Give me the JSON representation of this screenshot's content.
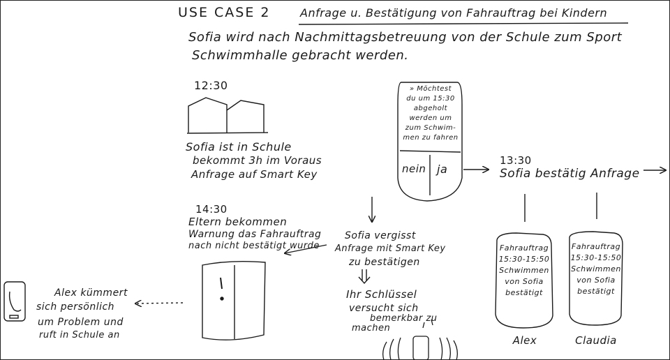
{
  "header": {
    "use_case": "USE CASE 2",
    "title": "Anfrage u. Bestätigung von Fahrauftrag bei Kindern",
    "description_line1": "Sofia wird nach Nachmittagsbetreuung von der Schule zum Sport",
    "description_line2": "Schwimmhalle gebracht werden."
  },
  "school_scene": {
    "time": "12:30",
    "caption_line1": "Sofia ist in Schule",
    "caption_line2": "bekommt 3h im Voraus",
    "caption_line3": "Anfrage auf Smart Key"
  },
  "smart_key_prompt": {
    "line1": "» Möchtest",
    "line2": "du um 15:30",
    "line3": "abgeholt",
    "line4": "werden um",
    "line5": "zum Schwim-",
    "line6": "men zu fahren",
    "no_label": "nein",
    "yes_label": "ja"
  },
  "confirm_step": {
    "time": "13:30",
    "caption": "Sofia bestätig Anfrage"
  },
  "forget_step": {
    "line1": "Sofia vergisst",
    "line2": "Anfrage mit Smart Key",
    "line3": "zu bestätigen",
    "key_line1": "Ihr Schlüssel",
    "key_line2": "versucht sich",
    "key_line3": "bemerkbar zu",
    "key_line4": "machen"
  },
  "parents_warning": {
    "time": "14:30",
    "line1": "Eltern bekommen",
    "line2": "Warnung das Fahrauftrag",
    "line3": "nach nicht bestätigt wurde"
  },
  "alex_action": {
    "line1": "Alex kümmert",
    "line2": "sich persönlich",
    "line3": "um Problem und",
    "line4": "ruft in Schule an"
  },
  "phone_alex": {
    "line1": "Fahrauftrag",
    "line2": "15:30-15:50",
    "line3": "Schwimmen",
    "line4": "von Sofia",
    "line5": "bestätigt",
    "owner": "Alex"
  },
  "phone_claudia": {
    "line1": "Fahrauftrag",
    "line2": "15:30-15:50",
    "line3": "Schwimmen",
    "line4": "von Sofia",
    "line5": "bestätigt",
    "owner": "Claudia"
  }
}
